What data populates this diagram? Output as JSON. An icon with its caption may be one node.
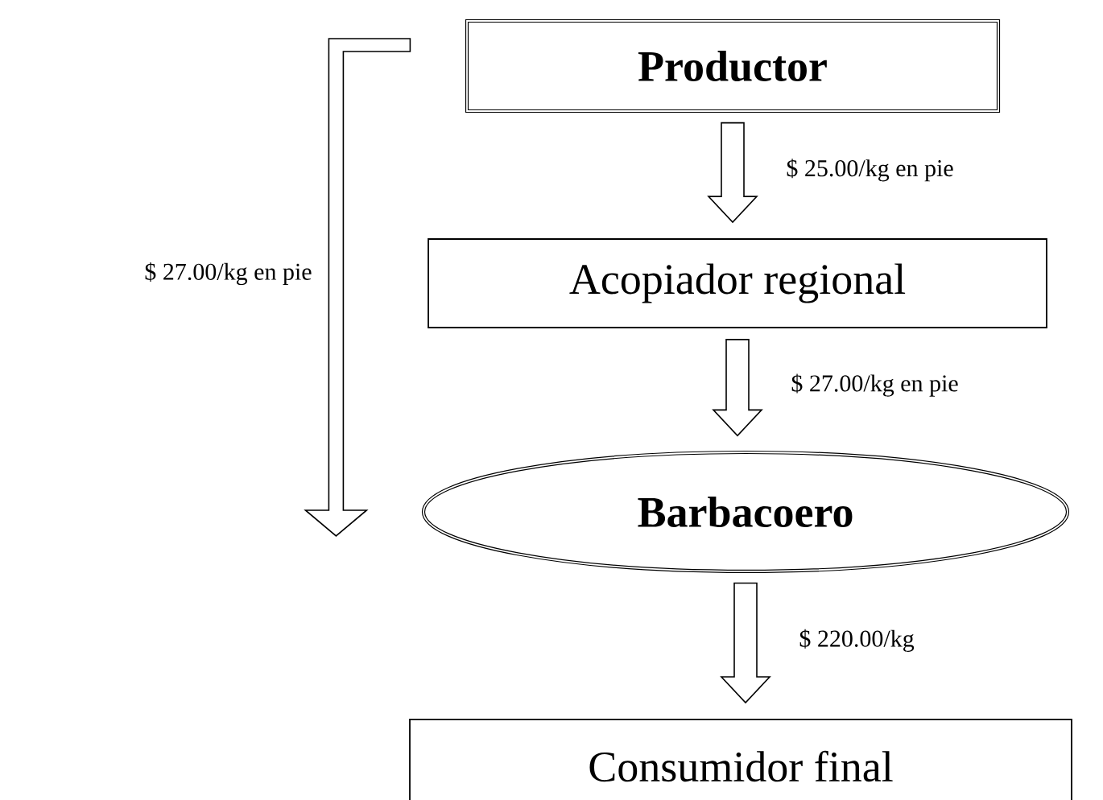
{
  "diagram": {
    "nodes": [
      {
        "text": [
          "Productor"
        ]
      },
      {
        "text": [
          "Acopiador regional"
        ]
      },
      {
        "text": [
          "Barbacoero"
        ]
      },
      {
        "text": [
          "Consumidor final"
        ]
      }
    ],
    "edges": [
      {
        "from": 0,
        "to": 1,
        "arrow": "to",
        "label": "$ 25.00/kg en pie"
      },
      {
        "from": 1,
        "to": 2,
        "arrow": "to",
        "label": "$ 27.00/kg en pie"
      },
      {
        "from": 2,
        "to": 3,
        "arrow": "to",
        "label": "$ 220.00/kg"
      },
      {
        "from": 0,
        "to": 2,
        "arrow": "to",
        "label": "$ 27.00/kg en pie"
      }
    ]
  }
}
